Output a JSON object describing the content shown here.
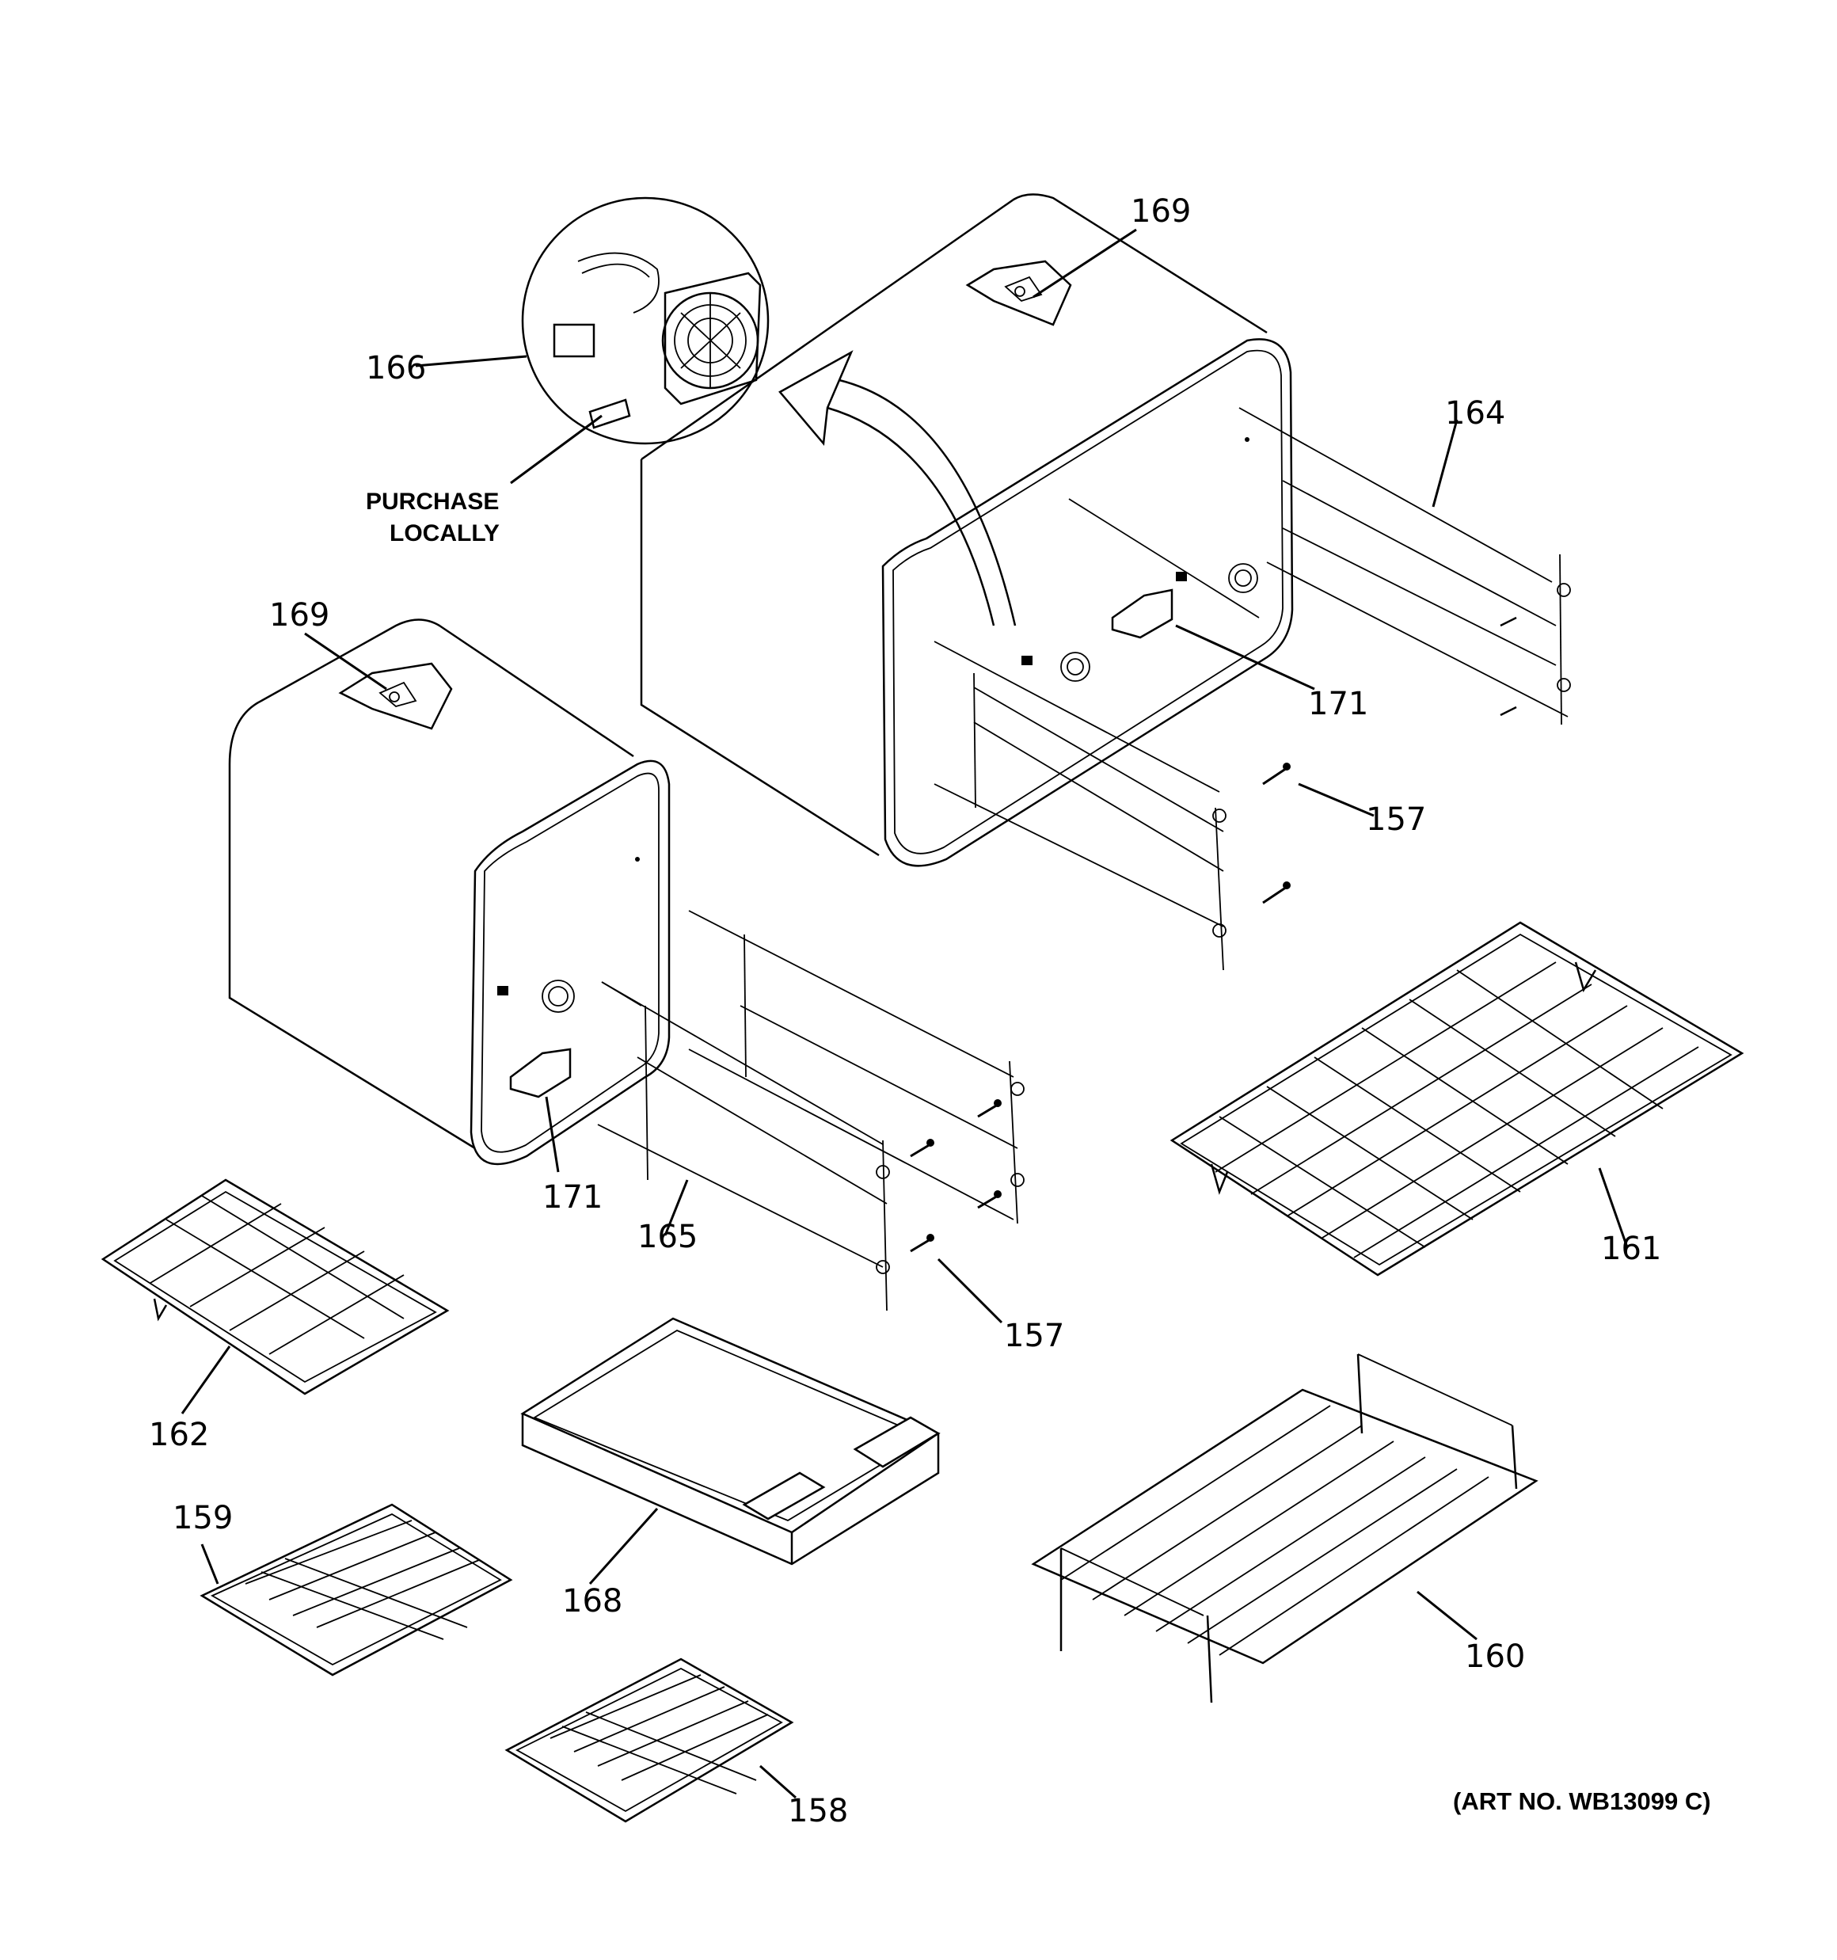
{
  "callouts": {
    "c169_upper": "169",
    "c166": "166",
    "c164": "164",
    "c171_upper": "171",
    "c157_upper": "157",
    "c169_lower": "169",
    "c171_lower": "171",
    "c165": "165",
    "c161": "161",
    "c157_lower": "157",
    "c162": "162",
    "c159": "159",
    "c168": "168",
    "c160": "160",
    "c158": "158"
  },
  "notes": {
    "purchase_line1": "PURCHASE",
    "purchase_line2": "LOCALLY"
  },
  "art_number": "(ART NO. WB13099 C)"
}
